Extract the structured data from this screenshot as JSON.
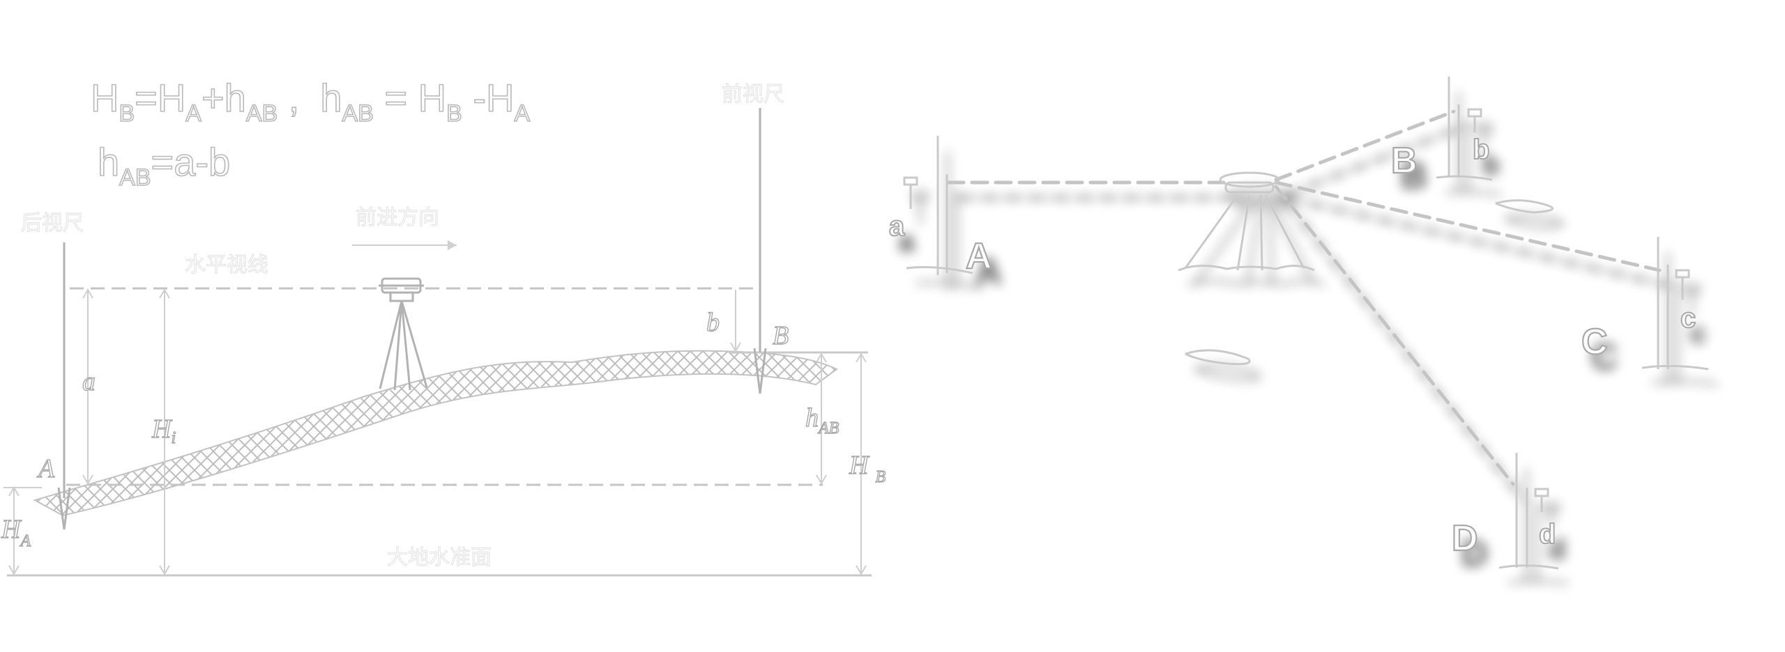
{
  "formulas": {
    "line1": {
      "H1": "H",
      "H1_sub": "B",
      "eq1": "=H",
      "eq1_sub": "A",
      "plus": "+h",
      "plus_sub": "AB",
      "comma": " ,",
      "h2": "h",
      "h2_sub": "AB",
      "eq2": " = H",
      "eq2_sub": "B",
      "minus": " -H",
      "minus_sub": "A"
    },
    "line2": {
      "h": "h",
      "h_sub": "AB",
      "rest": "=a-b"
    }
  },
  "left_diagram": {
    "label_rear_staff": "后视尺",
    "label_front_staff": "前视尺",
    "label_direction": "前进方向",
    "label_sight_line": "水平视线",
    "label_datum": "大地水准面",
    "point_A": "A",
    "point_B": "B",
    "reading_a": "a",
    "reading_b": "b",
    "Hi": "H",
    "Hi_sub": "i",
    "hAB": "h",
    "hAB_sub": "AB",
    "HA": "H",
    "HA_sub": "A",
    "HB": "H",
    "HB_sub": "B"
  },
  "right_diagram": {
    "staffs": [
      {
        "point": "A",
        "reading": "a"
      },
      {
        "point": "B",
        "reading": "b"
      },
      {
        "point": "C",
        "reading": "c"
      },
      {
        "point": "D",
        "reading": "d"
      }
    ]
  },
  "colors": {
    "background": "#ffffff",
    "stroke": "#c4c4c4",
    "shadow": "#8a8a8a"
  }
}
